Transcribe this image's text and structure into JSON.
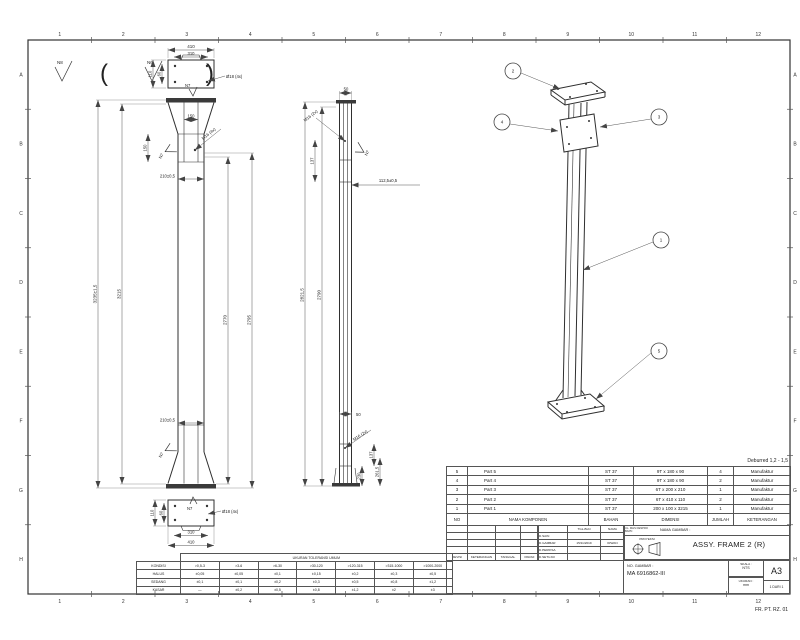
{
  "sheet": {
    "cols": [
      "1",
      "2",
      "3",
      "4",
      "5",
      "6",
      "7",
      "8",
      "9",
      "10",
      "11",
      "12"
    ],
    "rows": [
      "A",
      "B",
      "C",
      "D",
      "E",
      "F",
      "G",
      "H"
    ],
    "form_code": "FR. PT. RZ. 01"
  },
  "finish_notes": {
    "general": "N8",
    "special": "N6",
    "bracket_open": "(",
    "bracket_close": ")"
  },
  "front_view": {
    "finish": "N7",
    "top_view": {
      "width": "410",
      "inner_width": "310",
      "depth": "110",
      "hole_span": "60",
      "hole_note": "Ø18 (4x)"
    },
    "head": {
      "width": "150",
      "height": "150",
      "thread": "M16 (4x)",
      "span": "210±0,5"
    },
    "lengths": {
      "overall": "3235±1,5",
      "body": "3215",
      "inner_a": "2770",
      "inner_b": "2795"
    },
    "bottom": {
      "span": "210±0,5"
    },
    "bottom_view": {
      "width": "410",
      "inner_width": "310",
      "depth": "110",
      "hole_span": "60",
      "hole_note": "Ø18 (4x)"
    }
  },
  "side_view": {
    "finish": "N7",
    "top": {
      "width": "50",
      "thread": "M16 (2x)",
      "depth": "137",
      "offset": "112,5±0,5"
    },
    "lengths": {
      "overall": "2821,5",
      "body": "2790"
    },
    "bottom": {
      "width": "50",
      "thread": "M16 (2x)",
      "depth": "137",
      "span_a": "230",
      "span_b": "261,5"
    }
  },
  "iso": {
    "balloons": [
      "1",
      "2",
      "3",
      "4",
      "5"
    ]
  },
  "parts_table": {
    "deburr_note": "Deburred 1,2 - 1,5",
    "headers": {
      "no": "NO",
      "name": "NAMA KOMPONEN",
      "material": "BAHAN",
      "dimension": "DIMENSI",
      "qty": "JUMLAH",
      "note": "KETERANGAN"
    },
    "rows": [
      {
        "no": "5",
        "name": "Part 5",
        "material": "ST 37",
        "dimension": "9T x 180 x 90",
        "qty": "4",
        "note": "Manufaktur"
      },
      {
        "no": "4",
        "name": "Part 4",
        "material": "ST 37",
        "dimension": "9T x 180 x 90",
        "qty": "2",
        "note": "Manufaktur"
      },
      {
        "no": "3",
        "name": "Part 3",
        "material": "ST 37",
        "dimension": "6T x 200 x 210",
        "qty": "1",
        "note": "Manufaktur"
      },
      {
        "no": "2",
        "name": "Part 2",
        "material": "ST 37",
        "dimension": "6T x 410 x 110",
        "qty": "2",
        "note": "Manufaktur"
      },
      {
        "no": "1",
        "name": "Part 1",
        "material": "ST 37",
        "dimension": "200 x 100 x 3215",
        "qty": "1",
        "note": "Manufaktur"
      }
    ]
  },
  "title_block": {
    "revision_headers": [
      "REVISI",
      "KETERANGAN",
      "TANGGAL",
      "PARAF"
    ],
    "approval": {
      "date_header": "TGL-BLN",
      "name_header": "NAMA",
      "rows": [
        {
          "label": "D.SAIN",
          "date": "",
          "name": ""
        },
        {
          "label": "D.GAMBAR",
          "date": "15/11/2019",
          "name": "IRWAN"
        },
        {
          "label": "D.PERIKSA",
          "date": "",
          "name": ""
        },
        {
          "label": "D.SETUJUI",
          "date": "",
          "name": ""
        }
      ]
    },
    "org_line1": "UL. MHS DESPRO",
    "org_line2": "BAPN",
    "projection_label": "PROYEKSI",
    "drawing_name_label": "NAMA GAMBAR :",
    "drawing_name": "ASSY. FRAME 2 (R)",
    "drawing_no_label": "NO. GAMBAR :",
    "drawing_no": "MA 6916862-III",
    "scale_label": "SKALA :",
    "scale": "NTS",
    "unit_label": "UKURAN :",
    "unit": "mm",
    "paper_size": "A3",
    "sheet_no": "1 DARI 1"
  },
  "tolerance_table": {
    "title": "UKURAN TOLERANSI UMUM",
    "condition_header": "KONDISI",
    "ranges": [
      ">0,5-3",
      ">3-6",
      ">6-30",
      ">30-120",
      ">120-315",
      ">315-1000",
      ">1000-2000"
    ],
    "rows": [
      {
        "label": "HALUS",
        "values": [
          "±0,05",
          "±0,05",
          "±0,1",
          "±0,15",
          "±0,2",
          "±0,3",
          "±0,5"
        ]
      },
      {
        "label": "SEDANG",
        "values": [
          "±0,1",
          "±0,1",
          "±0,2",
          "±0,3",
          "±0,5",
          "±0,8",
          "±1,2"
        ]
      },
      {
        "label": "KASAR",
        "values": [
          "—",
          "±0,2",
          "±0,5",
          "±0,8",
          "±1,2",
          "±2",
          "±3"
        ]
      }
    ]
  }
}
